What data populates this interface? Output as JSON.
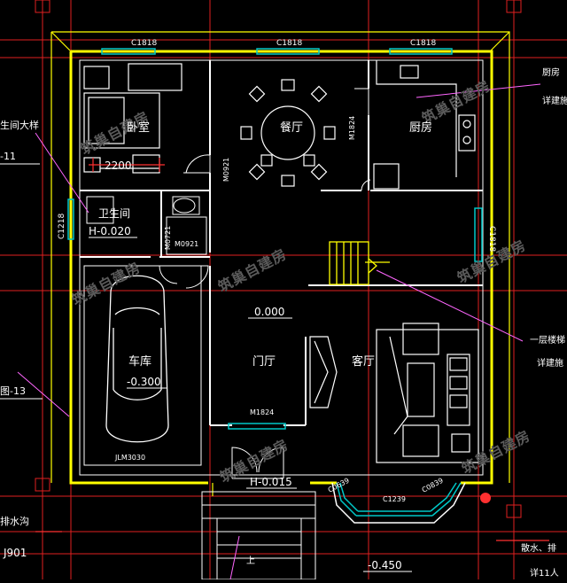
{
  "rooms": {
    "bedroom": "卧室",
    "dining": "餐厅",
    "kitchen": "厨房",
    "bathroom": "卫生间",
    "garage": "车库",
    "foyer": "门厅",
    "living": "客厅"
  },
  "levels": {
    "bathroom": "H-0.020",
    "garage": "-0.300",
    "main": "0.000",
    "entry": "H-0.015",
    "outside": "-0.450"
  },
  "windows": {
    "top_left": "C1818",
    "top_mid": "C1818",
    "top_right": "C1818",
    "left_bath": "C1218",
    "right_side": "C1818",
    "bay_left": "C0639",
    "bay_mid": "C1239",
    "bay_right": "C0839"
  },
  "doors": {
    "bedroom": "M0921",
    "bath": "M0721",
    "hall": "M0921",
    "kitchen": "M1824",
    "entry": "M1824",
    "garage": "JLM3030"
  },
  "dimensions": {
    "bedroom_width": "2200"
  },
  "callouts": {
    "bath_detail": "生间大样",
    "left_11": "-11",
    "left_13": "图-13",
    "drain": "排水沟",
    "j901": "J901",
    "kitchen_note": "厨房",
    "detail_note_1": "详建施",
    "stair_note": "一层楼梯",
    "detail_note_2": "详建施",
    "drain_right": "散水、排",
    "bottom_right": "详11人"
  },
  "watermarks": [
    "筑巢自建房",
    "筑巢自建房",
    "筑巢自建房",
    "筑巢自建房"
  ],
  "stair_mark": "上",
  "colors": {
    "background": "#000000",
    "wall": "#ffff00",
    "axis": "#ff2020",
    "furniture": "#ffffff",
    "window": "#00c8c8",
    "leader": "#ff80ff",
    "dimension": "#ff3030"
  }
}
